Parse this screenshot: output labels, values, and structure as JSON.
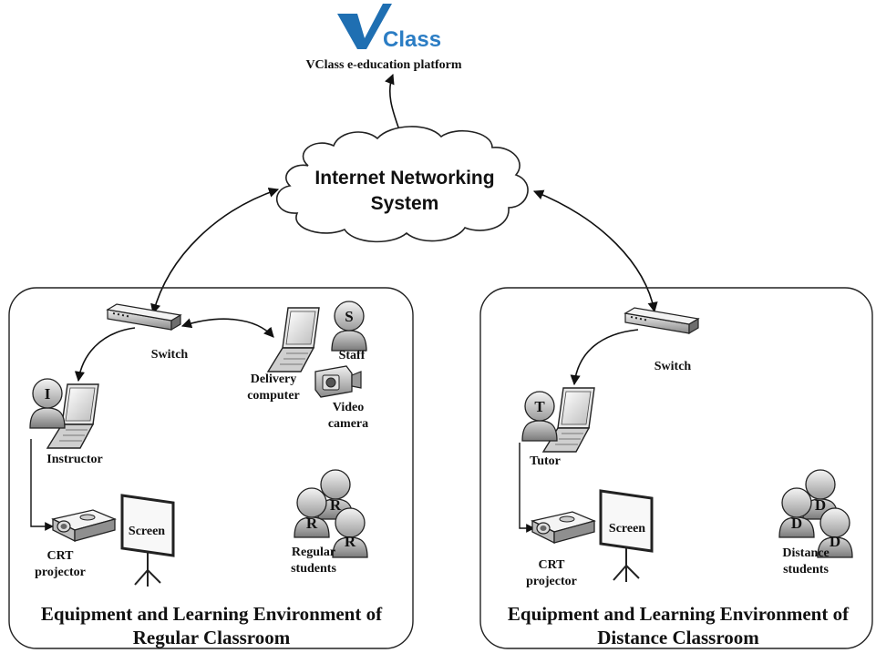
{
  "platform": {
    "logo_text": "Class",
    "caption": "VClass e-education platform"
  },
  "cloud": {
    "line1": "Internet Networking",
    "line2": "System"
  },
  "regular": {
    "switch_label": "Switch",
    "delivery_label_1": "Delivery",
    "delivery_label_2": "computer",
    "staff_letter": "S",
    "staff_label": "Staff",
    "camera_label_1": "Video",
    "camera_label_2": "camera",
    "instructor_letter": "I",
    "instructor_label": "Instructor",
    "projector_label_1": "CRT",
    "projector_label_2": "projector",
    "screen_label": "Screen",
    "students_letter": "R",
    "students_label_1": "Regular",
    "students_label_2": "students",
    "title_1": "Equipment and Learning Environment of",
    "title_2": "Regular Classroom"
  },
  "distance": {
    "switch_label": "Switch",
    "tutor_letter": "T",
    "tutor_label": "Tutor",
    "projector_label_1": "CRT",
    "projector_label_2": "projector",
    "screen_label": "Screen",
    "students_letter": "D",
    "students_label_1": "Distance",
    "students_label_2": "students",
    "title_1": "Equipment and Learning Environment of",
    "title_2": "Distance Classroom"
  }
}
